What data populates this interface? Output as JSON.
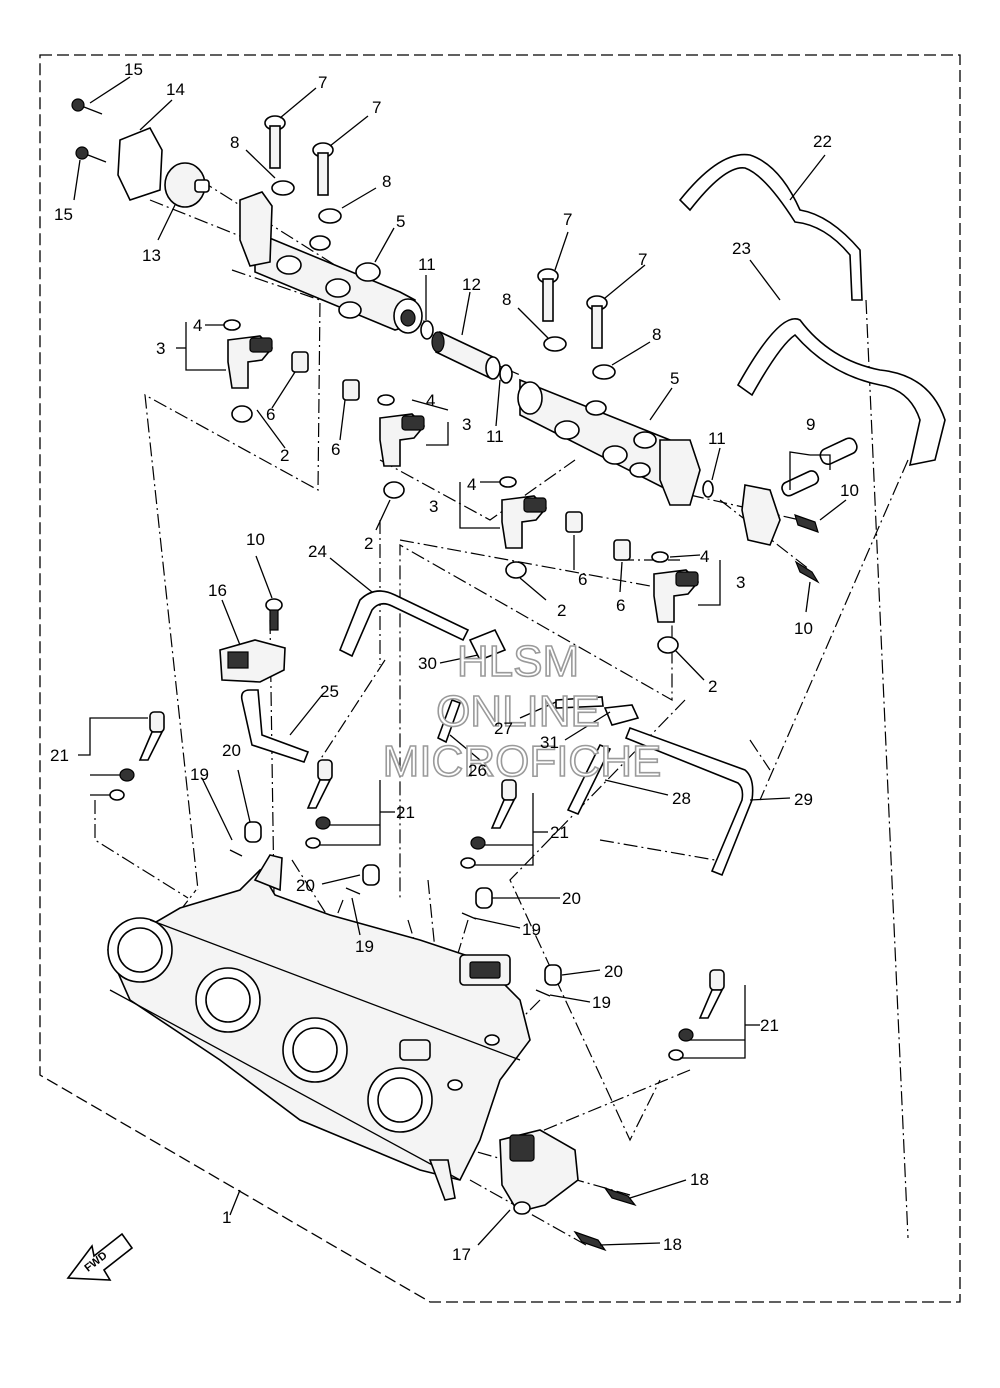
{
  "watermark": {
    "line1": "HLSM",
    "line2": "ONLINE",
    "line3": "MICROFICHE"
  },
  "fwd_label": "FWD",
  "callouts": [
    {
      "id": "c1",
      "label": "1"
    },
    {
      "id": "c2a",
      "label": "2"
    },
    {
      "id": "c2b",
      "label": "2"
    },
    {
      "id": "c2c",
      "label": "2"
    },
    {
      "id": "c2d",
      "label": "2"
    },
    {
      "id": "c3a",
      "label": "3"
    },
    {
      "id": "c3b",
      "label": "3"
    },
    {
      "id": "c3c",
      "label": "3"
    },
    {
      "id": "c3d",
      "label": "3"
    },
    {
      "id": "c4a",
      "label": "4"
    },
    {
      "id": "c4b",
      "label": "4"
    },
    {
      "id": "c4c",
      "label": "4"
    },
    {
      "id": "c4d",
      "label": "4"
    },
    {
      "id": "c5a",
      "label": "5"
    },
    {
      "id": "c5b",
      "label": "5"
    },
    {
      "id": "c6a",
      "label": "6"
    },
    {
      "id": "c6b",
      "label": "6"
    },
    {
      "id": "c6c",
      "label": "6"
    },
    {
      "id": "c6d",
      "label": "6"
    },
    {
      "id": "c7a",
      "label": "7"
    },
    {
      "id": "c7b",
      "label": "7"
    },
    {
      "id": "c7c",
      "label": "7"
    },
    {
      "id": "c7d",
      "label": "7"
    },
    {
      "id": "c8a",
      "label": "8"
    },
    {
      "id": "c8b",
      "label": "8"
    },
    {
      "id": "c8c",
      "label": "8"
    },
    {
      "id": "c8d",
      "label": "8"
    },
    {
      "id": "c9",
      "label": "9"
    },
    {
      "id": "c10a",
      "label": "10"
    },
    {
      "id": "c10b",
      "label": "10"
    },
    {
      "id": "c10c",
      "label": "10"
    },
    {
      "id": "c11a",
      "label": "11"
    },
    {
      "id": "c11b",
      "label": "11"
    },
    {
      "id": "c11c",
      "label": "11"
    },
    {
      "id": "c12",
      "label": "12"
    },
    {
      "id": "c13",
      "label": "13"
    },
    {
      "id": "c14",
      "label": "14"
    },
    {
      "id": "c15a",
      "label": "15"
    },
    {
      "id": "c15b",
      "label": "15"
    },
    {
      "id": "c16",
      "label": "16"
    },
    {
      "id": "c17",
      "label": "17"
    },
    {
      "id": "c18a",
      "label": "18"
    },
    {
      "id": "c18b",
      "label": "18"
    },
    {
      "id": "c19a",
      "label": "19"
    },
    {
      "id": "c19b",
      "label": "19"
    },
    {
      "id": "c19c",
      "label": "19"
    },
    {
      "id": "c19d",
      "label": "19"
    },
    {
      "id": "c20a",
      "label": "20"
    },
    {
      "id": "c20b",
      "label": "20"
    },
    {
      "id": "c20c",
      "label": "20"
    },
    {
      "id": "c20d",
      "label": "20"
    },
    {
      "id": "c21a",
      "label": "21"
    },
    {
      "id": "c21b",
      "label": "21"
    },
    {
      "id": "c21c",
      "label": "21"
    },
    {
      "id": "c21d",
      "label": "21"
    },
    {
      "id": "c22",
      "label": "22"
    },
    {
      "id": "c23",
      "label": "23"
    },
    {
      "id": "c24",
      "label": "24"
    },
    {
      "id": "c25",
      "label": "25"
    },
    {
      "id": "c26",
      "label": "26"
    },
    {
      "id": "c27",
      "label": "27"
    },
    {
      "id": "c28",
      "label": "28"
    },
    {
      "id": "c29",
      "label": "29"
    },
    {
      "id": "c30",
      "label": "30"
    },
    {
      "id": "c31",
      "label": "31"
    }
  ]
}
